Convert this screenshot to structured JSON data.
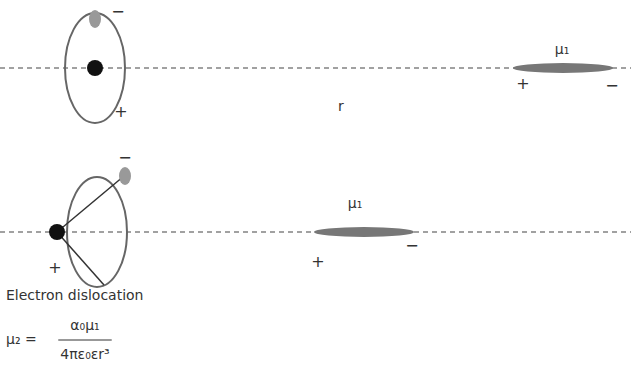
{
  "diagram": {
    "labels": [
      "−",
      "+",
      "μ₁",
      "+",
      "−",
      "r",
      "−",
      "+",
      "μ₁",
      "+",
      "−",
      "Electron dislocation",
      "μ₂ =",
      "α₀μ₁",
      "4πε₀εr³"
    ]
  }
}
